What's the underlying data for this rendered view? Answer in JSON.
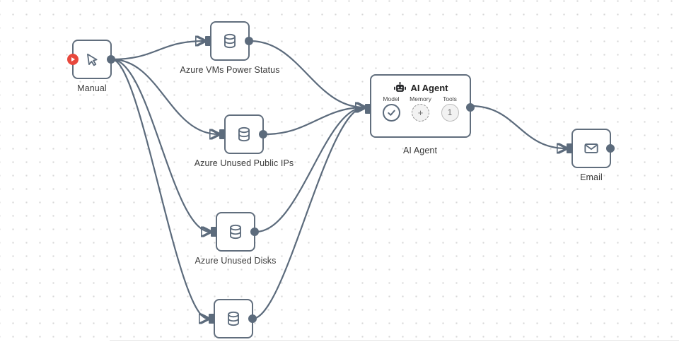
{
  "canvas": {
    "type": "workflow-editor",
    "colors": {
      "edge": "#5c6b7c",
      "node_border": "#616e7d",
      "trigger_badge_red": "#e8483d",
      "grid_dot": "#d7d7d7",
      "label_text": "#3b3b3b"
    }
  },
  "nodes": {
    "manual": {
      "label": "Manual"
    },
    "db1": {
      "label": "Azure VMs Power Status"
    },
    "db2": {
      "label": "Azure Unused Public IPs"
    },
    "db3": {
      "label": "Azure Unused Disks"
    },
    "db4": {
      "label": ""
    },
    "ai_agent": {
      "header": "AI Agent",
      "label": "AI Agent",
      "ports": {
        "model": "Model",
        "memory": "Memory",
        "tools": "Tools"
      },
      "memory_symbol": "+",
      "tools_count": "1"
    },
    "email": {
      "label": "Email"
    }
  },
  "connections": [
    {
      "from": "Manual",
      "to": "Azure VMs Power Status"
    },
    {
      "from": "Manual",
      "to": "Azure Unused Public IPs"
    },
    {
      "from": "Manual",
      "to": "Azure Unused Disks"
    },
    {
      "from": "Manual",
      "to": "db4"
    },
    {
      "from": "Azure VMs Power Status",
      "to": "AI Agent"
    },
    {
      "from": "Azure Unused Public IPs",
      "to": "AI Agent"
    },
    {
      "from": "Azure Unused Disks",
      "to": "AI Agent"
    },
    {
      "from": "db4",
      "to": "AI Agent"
    },
    {
      "from": "AI Agent",
      "to": "Email"
    }
  ]
}
